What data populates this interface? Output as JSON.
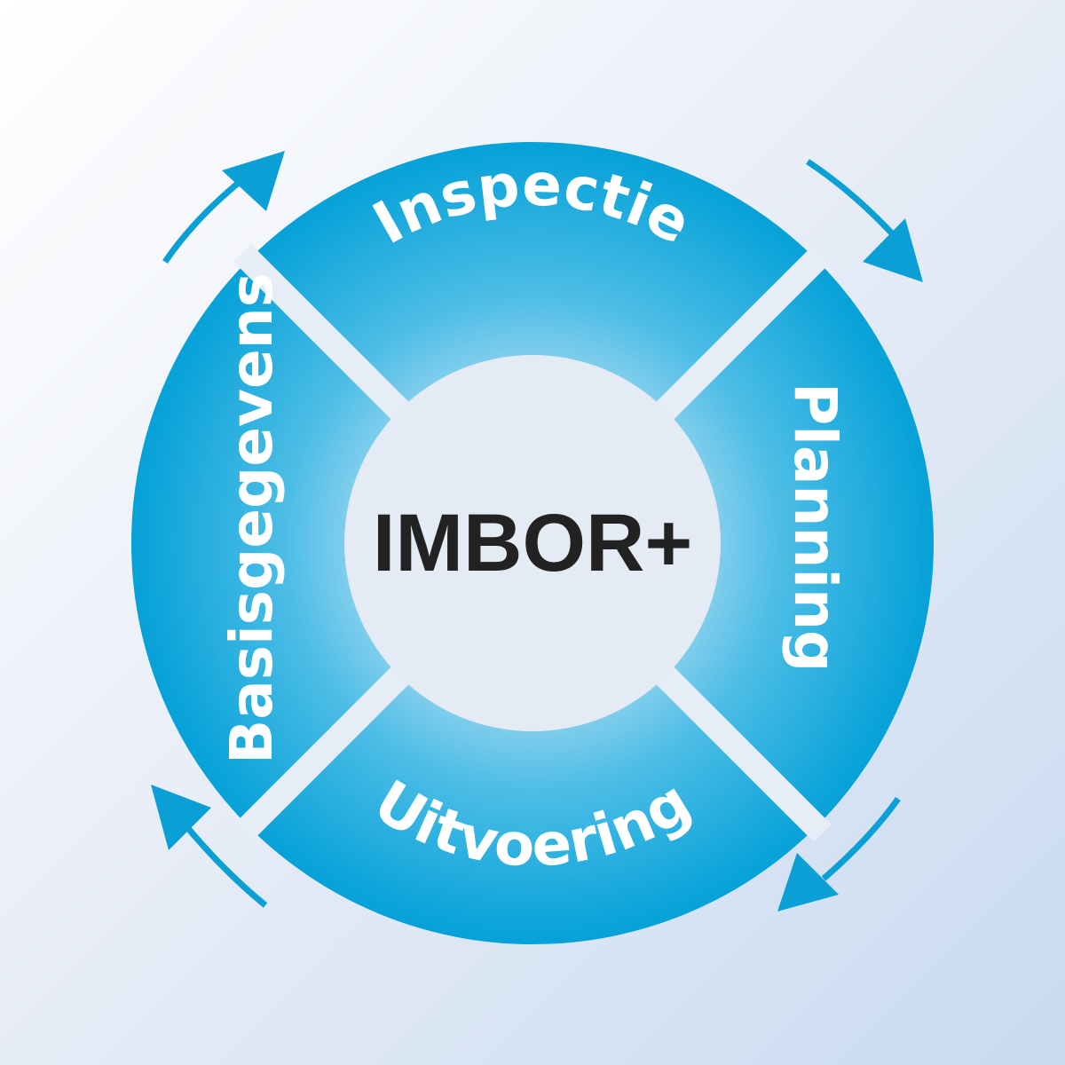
{
  "diagram": {
    "center_label": "IMBOR+",
    "segments": [
      {
        "id": "top",
        "label": "Inspectie"
      },
      {
        "id": "right",
        "label": "Planning"
      },
      {
        "id": "bottom",
        "label": "Uitvoering"
      },
      {
        "id": "left",
        "label": "Basisgegevens"
      }
    ],
    "flow": "clockwise",
    "colors": {
      "ring_outer": "#08a3d8",
      "ring_inner": "#8cd0ec",
      "hub": "#e4ebf5",
      "arrows": "#0aa0d6",
      "labels": "#ffffff",
      "center_text": "#222222"
    }
  }
}
